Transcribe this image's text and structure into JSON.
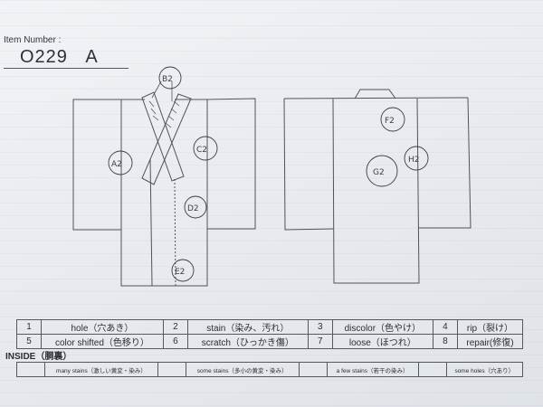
{
  "header": {
    "item_number_label": "Item Number :",
    "item_number_value": "O229   A"
  },
  "diagram": {
    "front_view": {
      "marks": [
        {
          "id": "A2",
          "label": "A2"
        },
        {
          "id": "B2",
          "label": "B2"
        },
        {
          "id": "C2",
          "label": "C2"
        },
        {
          "id": "D2",
          "label": "D2"
        },
        {
          "id": "E2",
          "label": "E2"
        }
      ]
    },
    "back_view": {
      "marks": [
        {
          "id": "F2",
          "label": "F2"
        },
        {
          "id": "G2",
          "label": "G2"
        },
        {
          "id": "H2",
          "label": "H2"
        }
      ]
    }
  },
  "legend": {
    "rows": [
      [
        {
          "num": "1",
          "label": "hole（穴あき）"
        },
        {
          "num": "2",
          "label": "stain（染み、汚れ）"
        },
        {
          "num": "3",
          "label": "discolor（色やけ）"
        },
        {
          "num": "4",
          "label": "rip（裂け）"
        }
      ],
      [
        {
          "num": "5",
          "label": "color shifted（色移り）"
        },
        {
          "num": "6",
          "label": "scratch（ひっかき傷）"
        },
        {
          "num": "7",
          "label": "loose（ほつれ）"
        },
        {
          "num": "8",
          "label": "repair(修復)"
        }
      ]
    ]
  },
  "inside": {
    "title": "INSIDE（胴裏）",
    "options": [
      {
        "checked": "",
        "label": "many stains（激しい黄変・染み）"
      },
      {
        "checked": "",
        "label": "some stains（多小の黄変・染み）"
      },
      {
        "checked": "",
        "label": "a few stains（若干の染み）"
      },
      {
        "checked": "",
        "label": "some holes（穴あり）"
      }
    ]
  }
}
